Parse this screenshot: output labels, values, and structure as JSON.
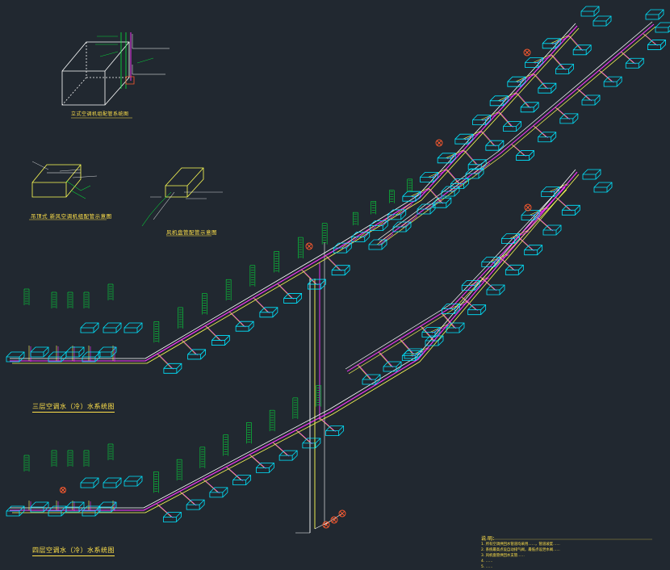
{
  "titles": {
    "detail_vertical": "立式空调机组配管系统图",
    "detail_ceiling": "吊顶式 新风空调机组配管示意图",
    "detail_fcu": "风机盘管配管示意图",
    "floor3": "三层空调水（冷）水系统图",
    "floor4": "四层空调水（冷）水系统图"
  },
  "notes": {
    "heading": "说 明：",
    "items": [
      "1. 所有空调供回水管道均采用……，管道坡度……",
      "2. 系统最高点设自动排气阀，最低点设泄水阀……",
      "3. 风机盘管供回水支管……",
      "4. ……",
      "5. ……"
    ]
  },
  "colors": {
    "background": "#212830",
    "unit": "#00e5ff",
    "text": "#00ff3c",
    "pipe_supply": "#ff33ff",
    "pipe_return": "#ffff55",
    "pipe_white": "#ffffff",
    "valve": "#ff5a2e",
    "title": "#ffe14a"
  },
  "icons": {
    "valve": "valve-icon",
    "unit": "fan-coil-unit-icon"
  }
}
